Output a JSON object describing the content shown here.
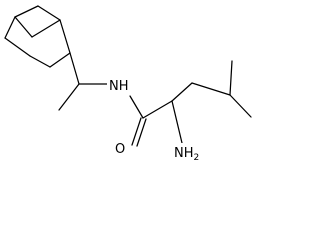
{
  "molecule": {
    "atoms": {
      "amide_nitrogen": {
        "text": "NH"
      },
      "carbonyl_oxygen": {
        "text": "O"
      },
      "amine": {
        "element": "NH",
        "subscript": "2"
      }
    },
    "colors": {
      "bond": "#000000",
      "text": "#000000",
      "background": "#ffffff"
    }
  }
}
